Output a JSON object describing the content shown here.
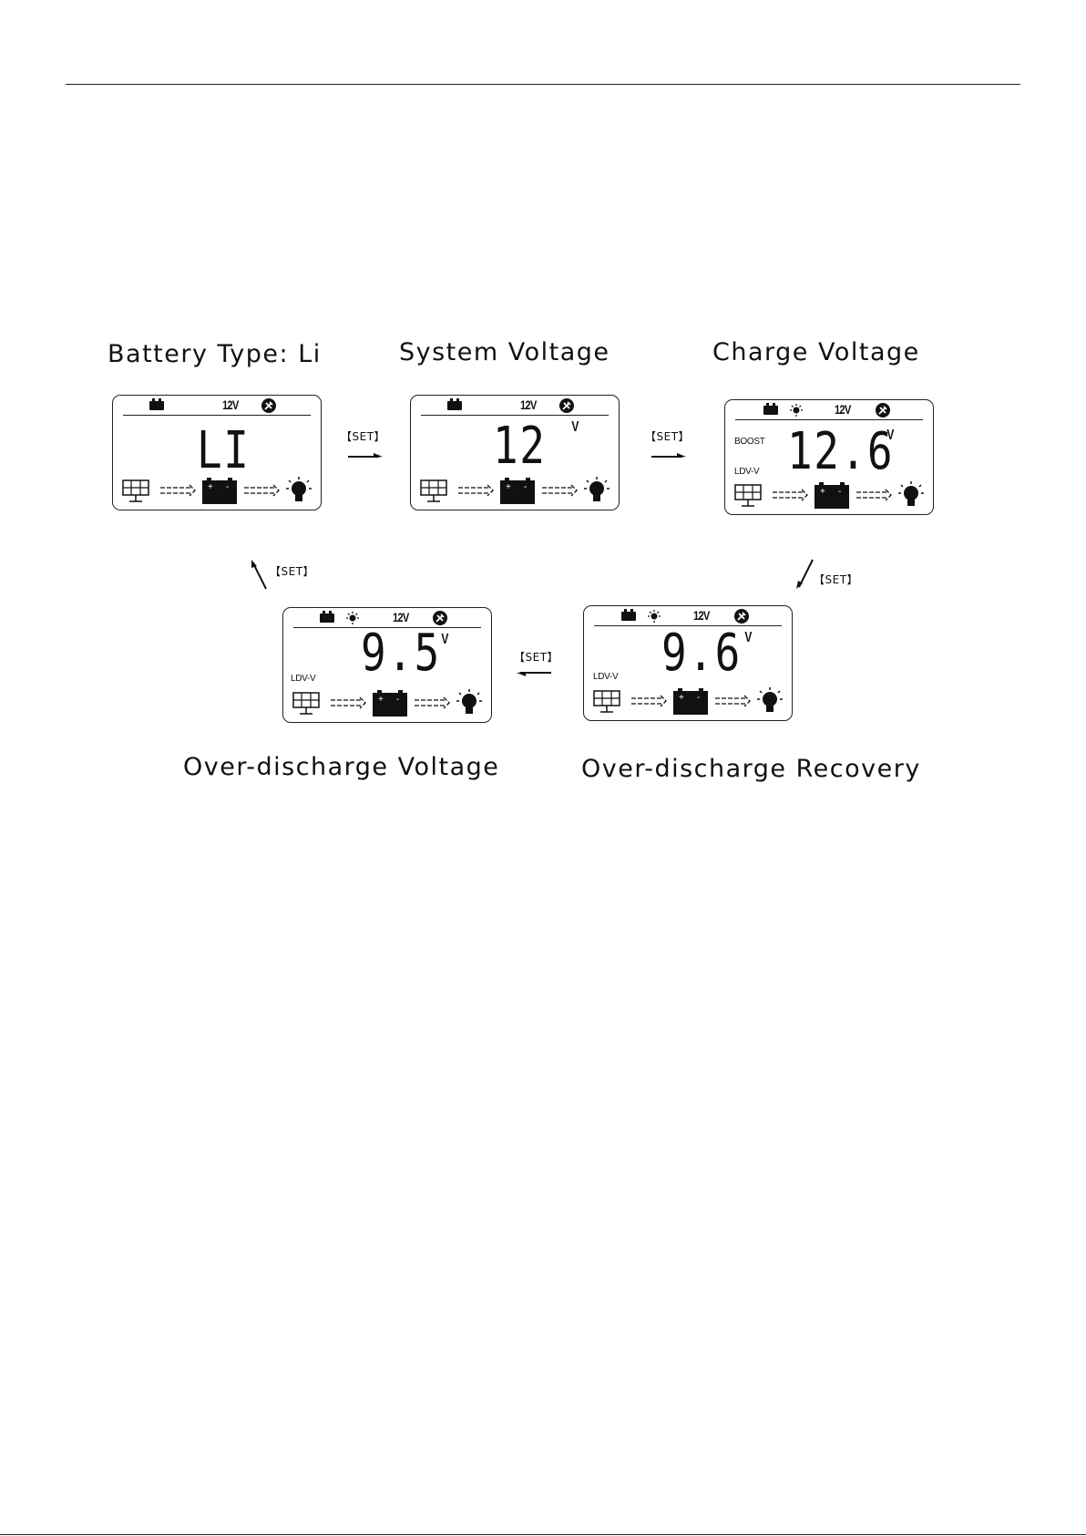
{
  "captions": {
    "battery_type": "Battery Type: Li",
    "system_voltage": "System Voltage",
    "charge_voltage": "Charge Voltage",
    "over_discharge_voltage": "Over-discharge Voltage",
    "over_discharge_recovery": "Over-discharge Recovery"
  },
  "set_label": "【SET】",
  "screens": {
    "battery_type": {
      "volt": "12V",
      "value": "LI",
      "unit": ""
    },
    "system_voltage": {
      "volt": "12V",
      "value": "12",
      "unit": "V"
    },
    "charge_voltage": {
      "volt": "12V",
      "value": "12.6",
      "unit": "V",
      "boost": "BOOST",
      "ldv": "LDV-V"
    },
    "over_discharge_voltage": {
      "volt": "12V",
      "value": "9.5",
      "unit": "V",
      "ldv": "LDV-V"
    },
    "over_discharge_recovery": {
      "volt": "12V",
      "value": "9.6",
      "unit": "V",
      "ldv": "LDV-V"
    }
  },
  "icons": [
    "battery-icon",
    "sun-icon",
    "tool-icon",
    "solar-panel-icon",
    "flow-arrow-icon",
    "battery-plus-minus-icon",
    "light-bulb-icon"
  ]
}
